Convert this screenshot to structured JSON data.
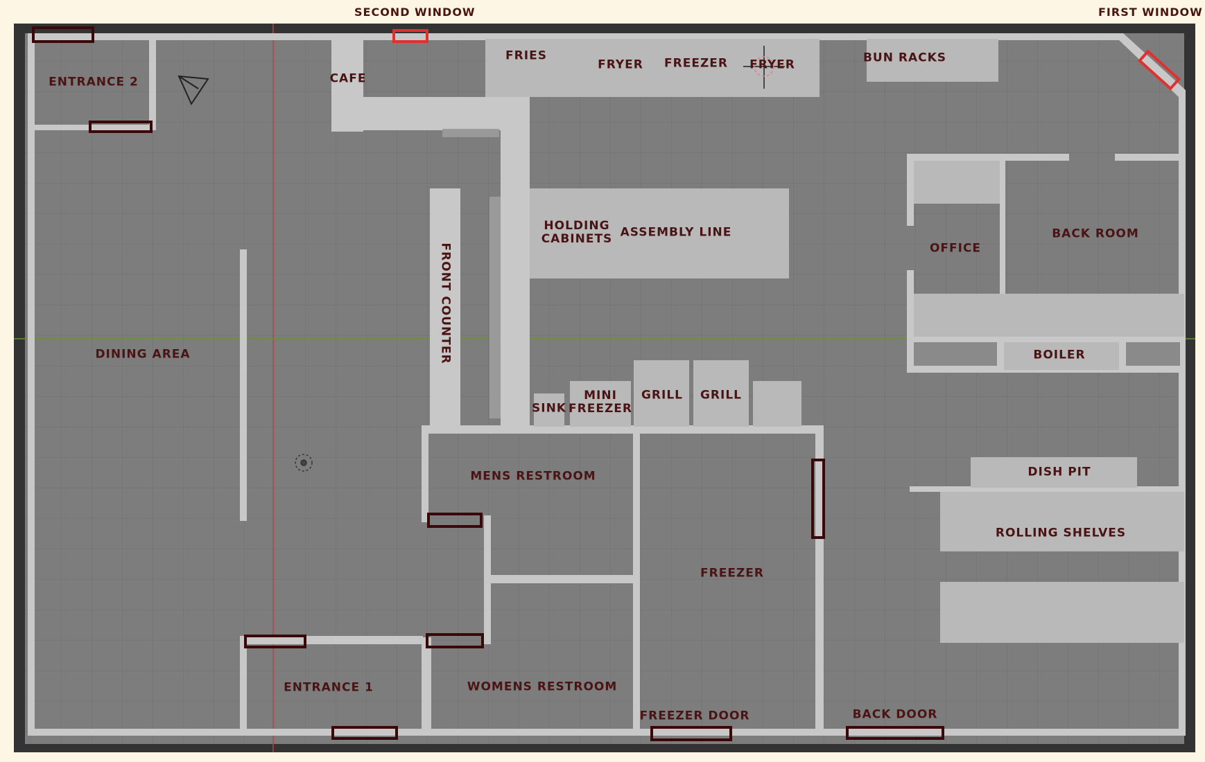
{
  "map_title_labels": {
    "second_window": "SECOND WINDOW",
    "first_window": "FIRST WINDOW"
  },
  "areas": {
    "entrance_2": "ENTRANCE 2",
    "cafe": "CAFE",
    "fries": "FRIES",
    "fryer_1": "FRYER",
    "freezer_top": "FREEZER",
    "fryer_2": "FRYER",
    "bun_racks": "BUN RACKS",
    "holding_cabinets": "HOLDING CABINETS",
    "assembly_line": "ASSEMBLY LINE",
    "office": "OFFICE",
    "back_room": "BACK ROOM",
    "front_counter": "FRONT COUNTER",
    "dining_area": "DINING AREA",
    "boiler": "BOILER",
    "mini_freezer": "MINI FREEZER",
    "sink": "SINK",
    "grill_1": "GRILL",
    "grill_2": "GRILL",
    "mens_restroom": "MENS RESTROOM",
    "dish_pit": "DISH PIT",
    "rolling_shelves": "ROLLING SHELVES",
    "freezer_room": "FREEZER",
    "entrance_1": "ENTRANCE 1",
    "womens_restroom": "WOMENS RESTROOM",
    "freezer_door": "FREEZER DOOR",
    "back_door": "BACK DOOR"
  },
  "colors": {
    "background": "#fdf6e4",
    "frame": "#333333",
    "floor": "#7d7d7d",
    "wall": "#c8c8c8",
    "fixture": "#b9b9b9",
    "label": "#4a1414",
    "door_marker": "#3a0808",
    "window_marker": "#e03030",
    "x_axis": "#6b8f3a",
    "y_axis": "#c04040"
  }
}
